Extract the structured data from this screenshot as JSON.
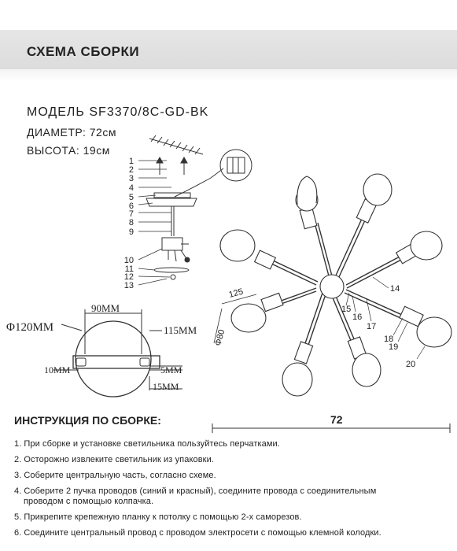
{
  "header": {
    "title": "СХЕМА СБОРКИ"
  },
  "specs": {
    "model": "МОДЕЛЬ SF3370/8C-GD-BK",
    "diameter": "ДИАМЕТР: 72см",
    "height": "ВЫСОТА: 19см"
  },
  "canopy": {
    "width": "90ММ",
    "diameter": "Φ120ММ",
    "depth": "115ММ",
    "left_hole": "10ММ",
    "hole": "5ММ",
    "bottom": "15ММ"
  },
  "parts_left": [
    "1",
    "2",
    "3",
    "4",
    "5",
    "6",
    "7",
    "8",
    "9",
    "10",
    "11",
    "12",
    "13"
  ],
  "parts_right": [
    "14",
    "15",
    "16",
    "17",
    "18",
    "19",
    "20"
  ],
  "arm_dims": {
    "length": "125",
    "diameter": "Φ80"
  },
  "overall_width": "72",
  "instructions": {
    "title": "ИНСТРУКЦИЯ ПО СБОРКЕ:",
    "steps": [
      {
        "num": "1.",
        "text": "При сборке и установке светильника пользуйтесь перчатками."
      },
      {
        "num": "2.",
        "text": "Осторожно извлеките светильник из упаковки."
      },
      {
        "num": "3.",
        "text": "Соберите центральную часть, согласно схеме."
      },
      {
        "num": "4.",
        "text": "Соберите 2 пучка проводов (синий и красный), соедините провода с соединительным",
        "cont": "проводом с помощью колпачка."
      },
      {
        "num": "5.",
        "text": "Прикрепите крепежную планку к потолку с помощью 2-х саморезов."
      },
      {
        "num": "6.",
        "text": "Соедините центральный провод с проводом электросети с помощью клемной колодки."
      }
    ]
  }
}
